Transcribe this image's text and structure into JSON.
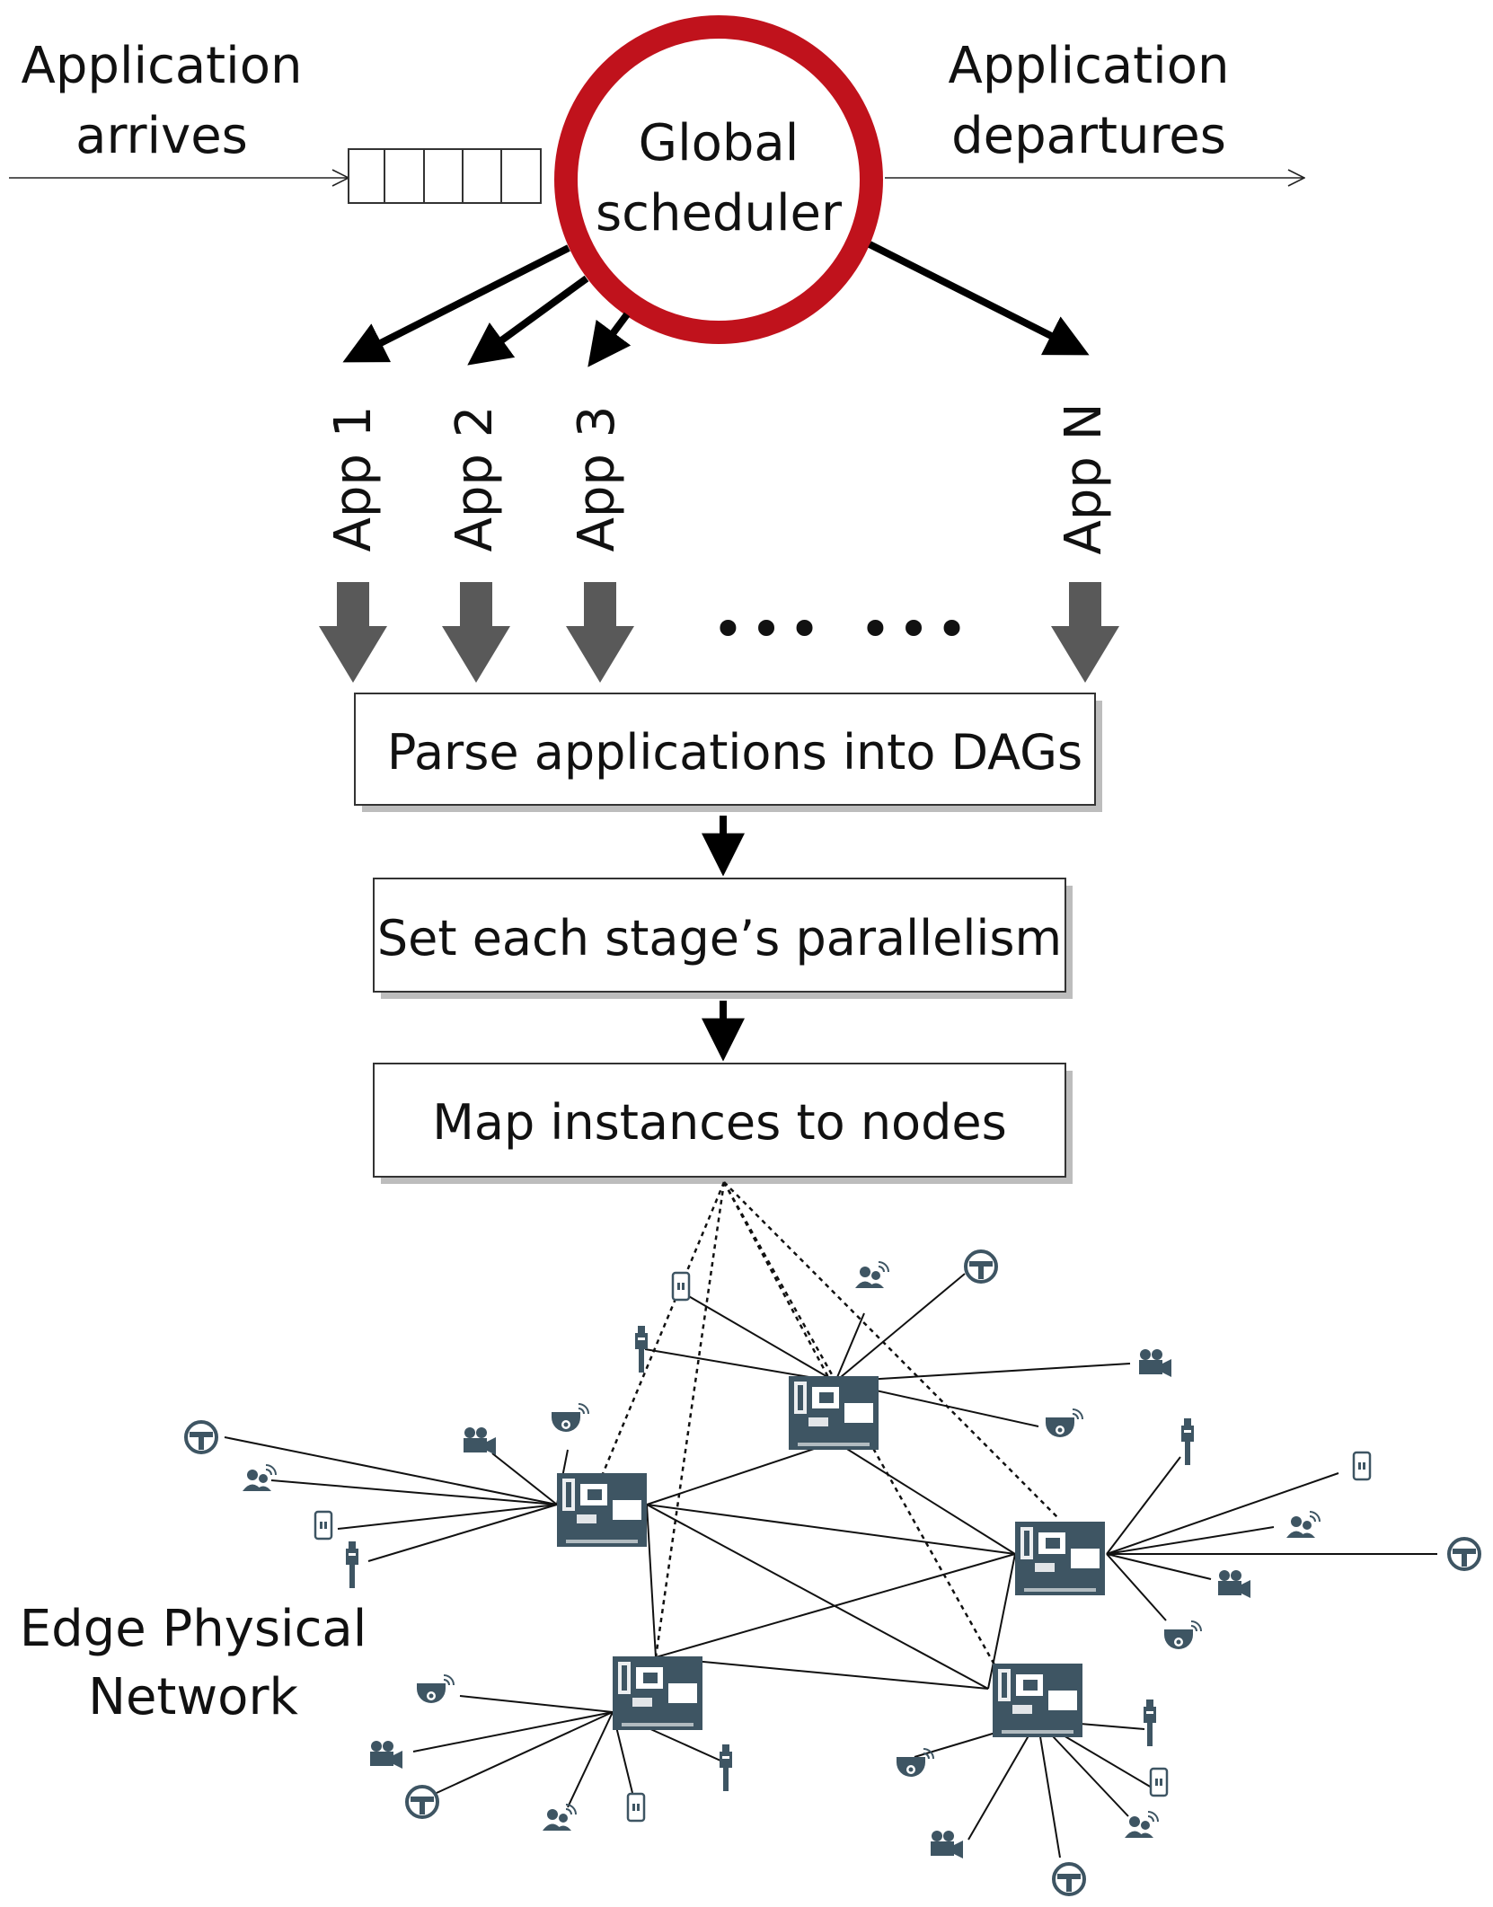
{
  "queue": {
    "arrives_line1": "Application",
    "arrives_line2": "arrives",
    "departs_line1": "Application",
    "departs_line2": "departures"
  },
  "scheduler": {
    "line1": "Global",
    "line2": "scheduler",
    "ring_color": "#c0121c"
  },
  "apps": [
    "App 1",
    "App 2",
    "App 3",
    "App N"
  ],
  "ellipsis": [
    "•••",
    "•••"
  ],
  "pipeline": {
    "step1": "Parse applications into DAGs",
    "step2": "Set each stage’s parallelism",
    "step3": "Map instances to nodes"
  },
  "network": {
    "label_line1": "Edge Physical",
    "label_line2": "Network",
    "icon_color": "#3e5563"
  }
}
